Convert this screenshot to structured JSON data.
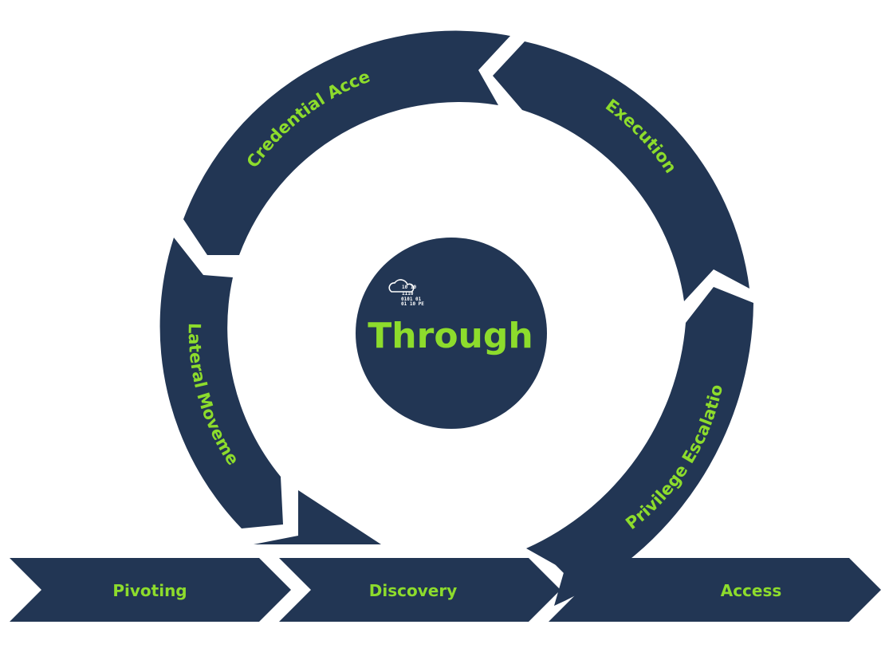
{
  "colors": {
    "navy": "#223654",
    "accent": "#8ddc2c",
    "background": "#ffffff"
  },
  "center": {
    "title": "Through",
    "logo_icon": "cloud-binary-icon",
    "logo_digits": [
      "10 10",
      "1110",
      "0101 01",
      "01 10 PE"
    ]
  },
  "cycle": [
    {
      "id": "credential-access",
      "label": "Credential Access"
    },
    {
      "id": "execution",
      "label": "Execution"
    },
    {
      "id": "privilege-escalation",
      "label": "Privilege Escalation"
    },
    {
      "id": "lateral-movement",
      "label": "Lateral Movement"
    }
  ],
  "pipeline": [
    {
      "id": "pivoting",
      "label": "Pivoting"
    },
    {
      "id": "discovery",
      "label": "Discovery"
    },
    {
      "id": "access",
      "label": "Access"
    }
  ]
}
